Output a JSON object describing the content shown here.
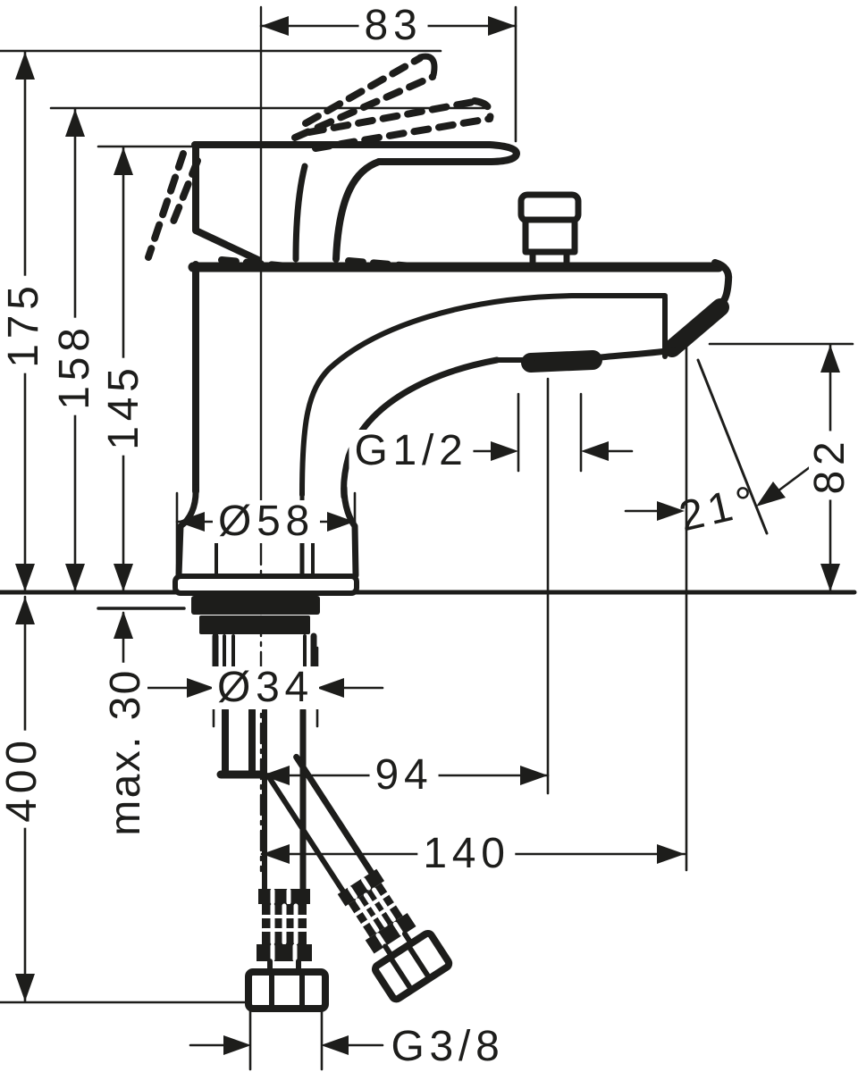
{
  "drawing": {
    "type": "technical-dimension-drawing",
    "subject": "single-lever bath mixer faucet, side view with flexible supply hoses",
    "colors": {
      "ink": "#1d1d1b",
      "background": "#ffffff"
    },
    "units": "mm",
    "dims": {
      "handle_width": "83",
      "total_height": "175",
      "handle_height": "158",
      "body_height": "145",
      "base_diameter": "Ø58",
      "outlet_thread": "G1/2",
      "spout_height": "82",
      "spout_angle": "21°",
      "shank_diameter": "Ø34",
      "deck_thickness_max": "max. 30",
      "hose_length": "400",
      "outlet_offset": "94",
      "spout_reach": "140",
      "supply_thread": "G3/8"
    }
  }
}
